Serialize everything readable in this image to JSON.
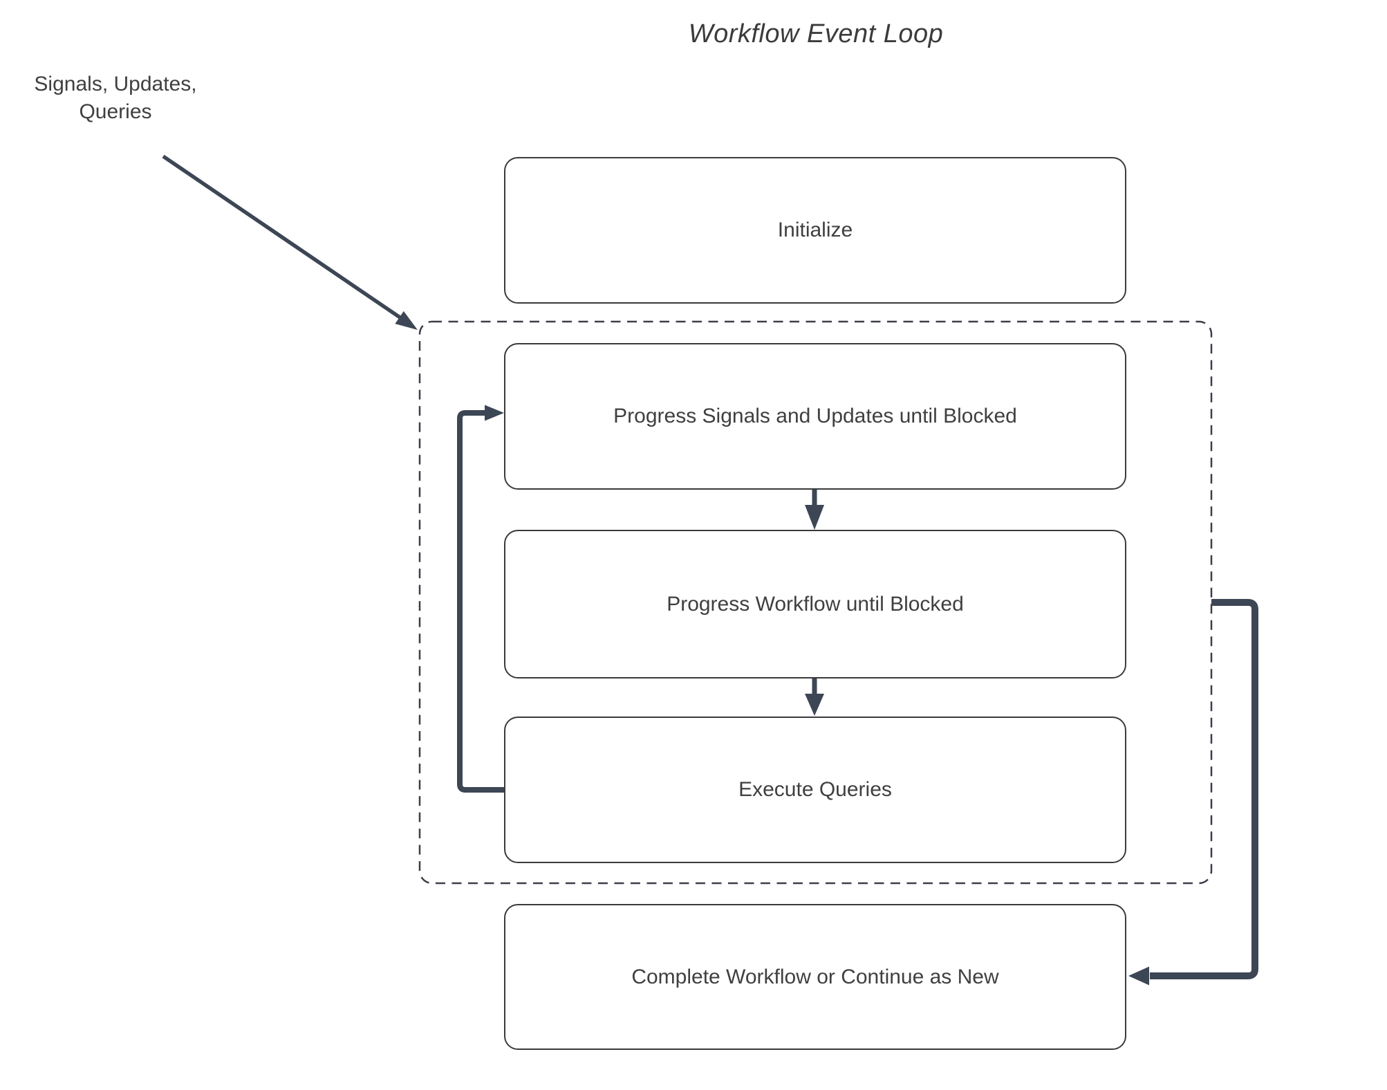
{
  "diagram": {
    "title": "Workflow Event Loop",
    "input_label": {
      "line1": "Signals, Updates,",
      "line2": "Queries"
    },
    "nodes": {
      "initialize": "Initialize",
      "progress_signals": "Progress Signals and Updates until Blocked",
      "progress_workflow": "Progress Workflow until Blocked",
      "execute_queries": "Execute Queries",
      "complete": "Complete Workflow or Continue as New"
    },
    "colors": {
      "arrow": "#3d4655",
      "box_border": "#3a3a3a",
      "dashed_border": "#3b3f48",
      "text": "#3f3f3f",
      "background": "#ffffff"
    }
  }
}
